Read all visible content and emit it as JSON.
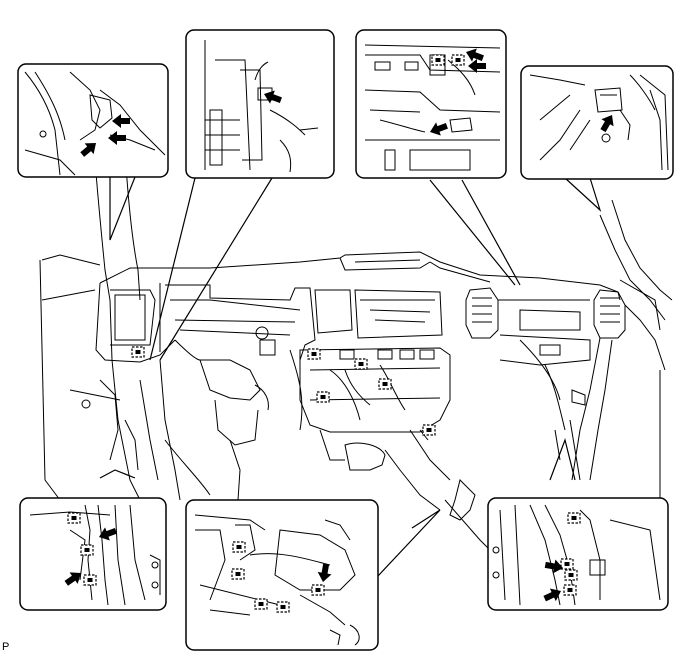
{
  "figure": {
    "corner_code": "P",
    "arrow_icon": "solid-black-arrow",
    "clip_icon": "dashed-square-clip-marker",
    "colors": {
      "line": "#000000",
      "background": "#ffffff"
    }
  }
}
